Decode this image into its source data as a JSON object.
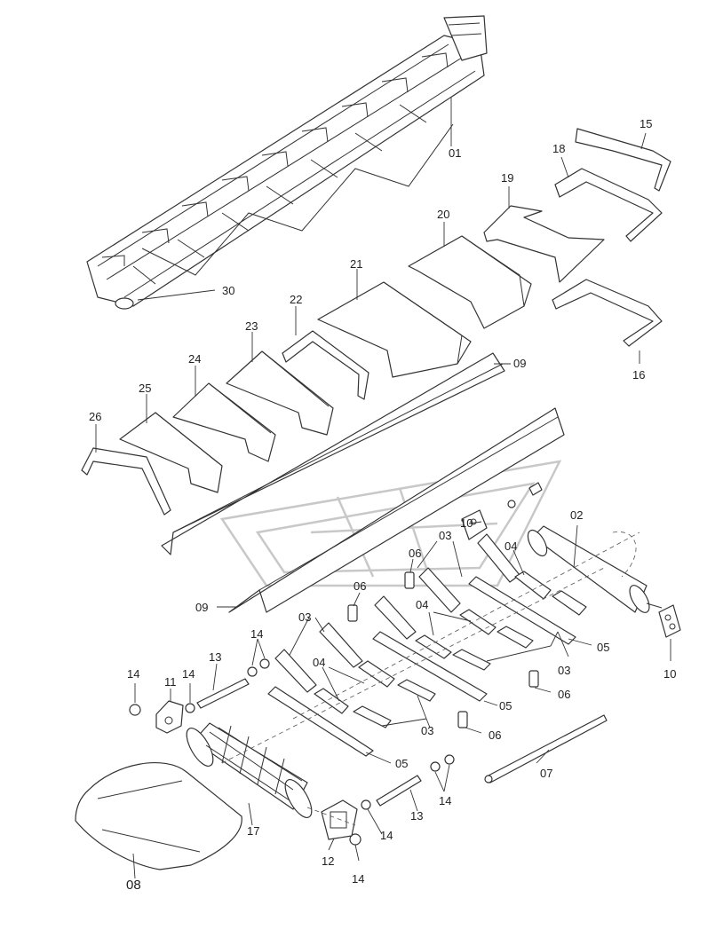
{
  "labels": {
    "p01": "01",
    "p02": "02",
    "p03": "03",
    "p04": "04",
    "p05": "05",
    "p06": "06",
    "p07": "07",
    "p08": "08",
    "p09": "09",
    "p10": "10",
    "p11": "11",
    "p12": "12",
    "p13": "13",
    "p14": "14",
    "p15": "15",
    "p16": "16",
    "p17": "17",
    "p18": "18",
    "p19": "19",
    "p20": "20",
    "p21": "21",
    "p22": "22",
    "p23": "23",
    "p24": "24",
    "p25": "25",
    "p26": "26",
    "p30": "30"
  }
}
